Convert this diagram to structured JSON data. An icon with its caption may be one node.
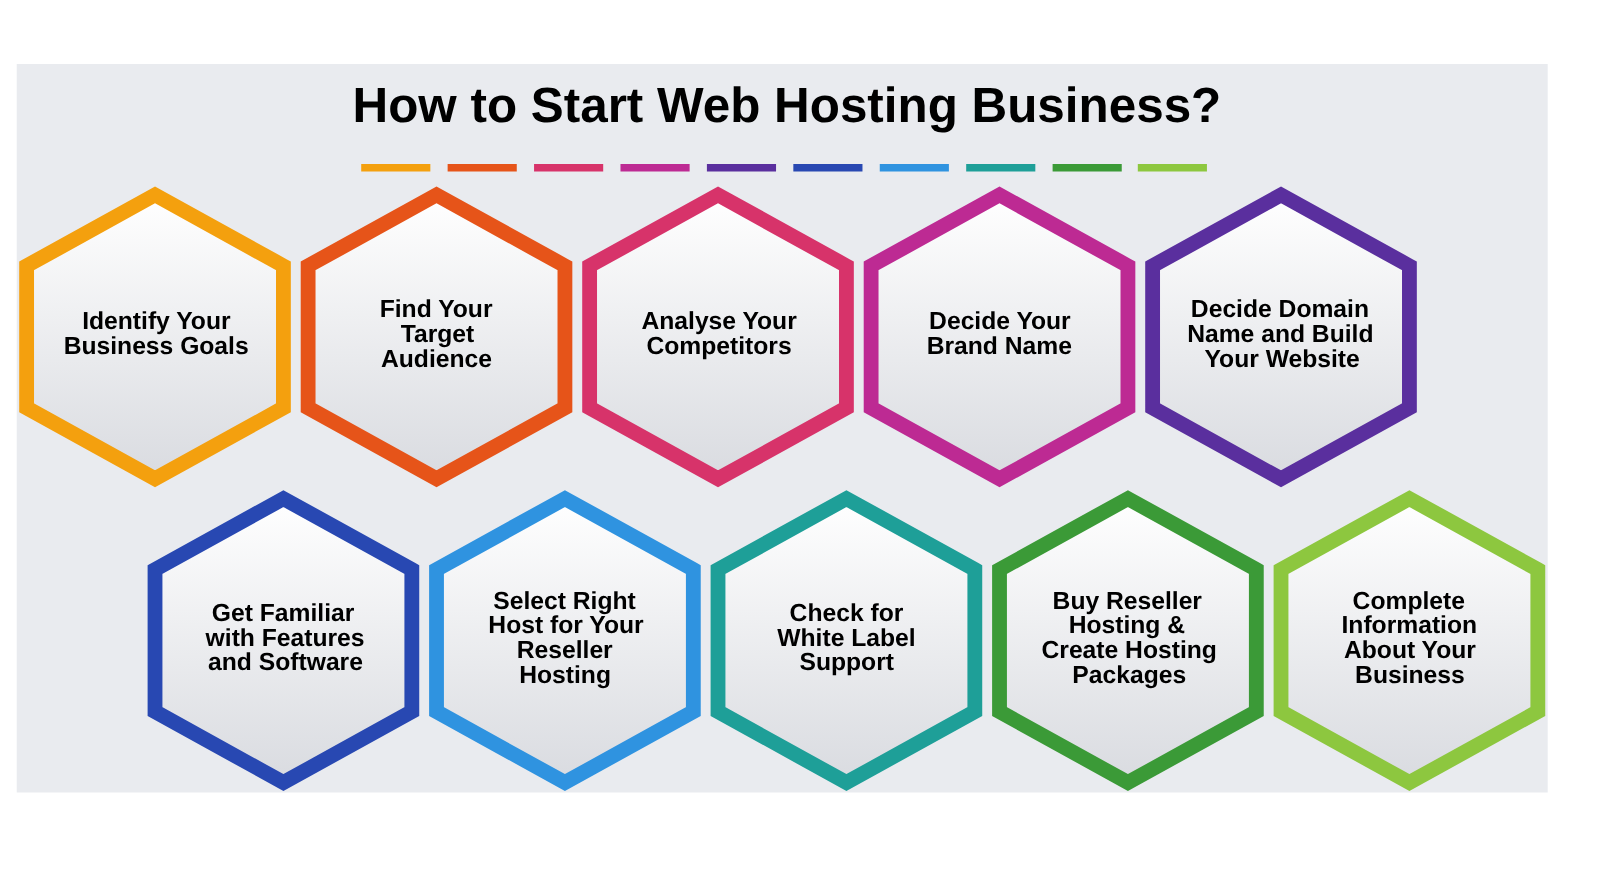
{
  "diagram": {
    "title": "How to Start Web Hosting Business?",
    "nodes": [
      {
        "text": [
          "Identify Your Business Goals"
        ]
      },
      {
        "text": [
          "Find Your Target Audience"
        ]
      },
      {
        "text": [
          "Analyse Your Competitors"
        ]
      },
      {
        "text": [
          "Decide Your Brand Name"
        ]
      },
      {
        "text": [
          "Decide Domain Name and Build Your Website"
        ]
      },
      {
        "text": [
          "Get Familiar with Features and Software"
        ]
      },
      {
        "text": [
          "Select Right Host for Your Reseller Hosting"
        ]
      },
      {
        "text": [
          "Check for White Label Support"
        ]
      },
      {
        "text": [
          "Buy Reseller Hosting & Create Hosting Packages"
        ]
      },
      {
        "text": [
          "Complete Information About Your Business"
        ]
      }
    ]
  }
}
